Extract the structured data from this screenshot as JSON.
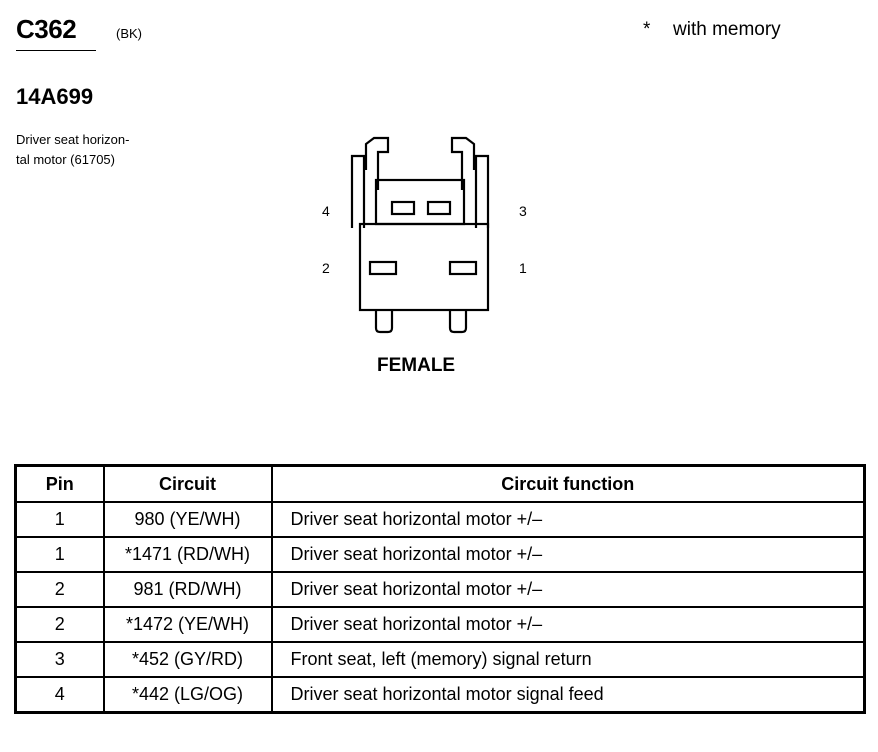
{
  "header": {
    "connector_id": "C362",
    "color_code": "(BK)",
    "memory_note_symbol": "*",
    "memory_note_text": "with memory",
    "part_number": "14A699",
    "description_line1": "Driver seat horizon-",
    "description_line2": "tal motor (61705)"
  },
  "diagram": {
    "pin_labels": {
      "pin4": "4",
      "pin3": "3",
      "pin2": "2",
      "pin1": "1"
    },
    "gender_label": "FEMALE"
  },
  "table": {
    "headers": {
      "pin": "Pin",
      "circuit": "Circuit",
      "function": "Circuit function"
    },
    "rows": [
      {
        "pin": "1",
        "circuit": "980 (YE/WH)",
        "function": "Driver seat horizontal motor  +/–"
      },
      {
        "pin": "1",
        "circuit": "*1471 (RD/WH)",
        "function": "Driver seat horizontal motor  +/–"
      },
      {
        "pin": "2",
        "circuit": "981 (RD/WH)",
        "function": "Driver seat horizontal motor  +/–"
      },
      {
        "pin": "2",
        "circuit": "*1472 (YE/WH)",
        "function": "Driver seat horizontal motor  +/–"
      },
      {
        "pin": "3",
        "circuit": "*452 (GY/RD)",
        "function": "Front seat, left (memory) signal return"
      },
      {
        "pin": "4",
        "circuit": "*442 (LG/OG)",
        "function": "Driver seat horizontal motor  signal feed"
      }
    ]
  }
}
